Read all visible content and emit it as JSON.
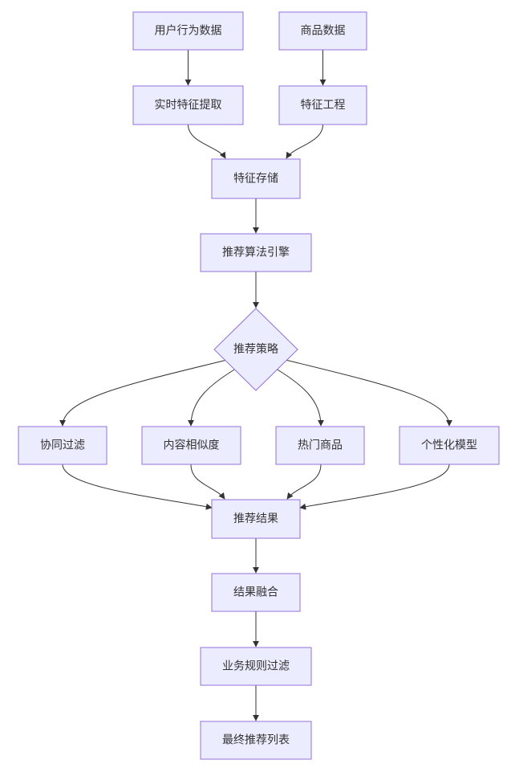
{
  "diagram": {
    "type": "flowchart",
    "colors": {
      "node_fill": "#ececff",
      "node_stroke": "#9370db",
      "edge": "#333333",
      "text": "#333333"
    },
    "nodes": {
      "user_behavior": "用户行为数据",
      "product_data": "商品数据",
      "realtime_features": "实时特征提取",
      "feature_engineering": "特征工程",
      "feature_store": "特征存储",
      "rec_engine": "推荐算法引擎",
      "rec_strategy": "推荐策略",
      "collab_filter": "协同过滤",
      "content_similarity": "内容相似度",
      "hot_products": "热门商品",
      "personalized_model": "个性化模型",
      "rec_results": "推荐结果",
      "result_fusion": "结果融合",
      "business_rules": "业务规则过滤",
      "final_list": "最终推荐列表"
    },
    "edges": [
      [
        "user_behavior",
        "realtime_features"
      ],
      [
        "product_data",
        "feature_engineering"
      ],
      [
        "realtime_features",
        "feature_store"
      ],
      [
        "feature_engineering",
        "feature_store"
      ],
      [
        "feature_store",
        "rec_engine"
      ],
      [
        "rec_engine",
        "rec_strategy"
      ],
      [
        "rec_strategy",
        "collab_filter"
      ],
      [
        "rec_strategy",
        "content_similarity"
      ],
      [
        "rec_strategy",
        "hot_products"
      ],
      [
        "rec_strategy",
        "personalized_model"
      ],
      [
        "collab_filter",
        "rec_results"
      ],
      [
        "content_similarity",
        "rec_results"
      ],
      [
        "hot_products",
        "rec_results"
      ],
      [
        "personalized_model",
        "rec_results"
      ],
      [
        "rec_results",
        "result_fusion"
      ],
      [
        "result_fusion",
        "business_rules"
      ],
      [
        "business_rules",
        "final_list"
      ]
    ]
  }
}
